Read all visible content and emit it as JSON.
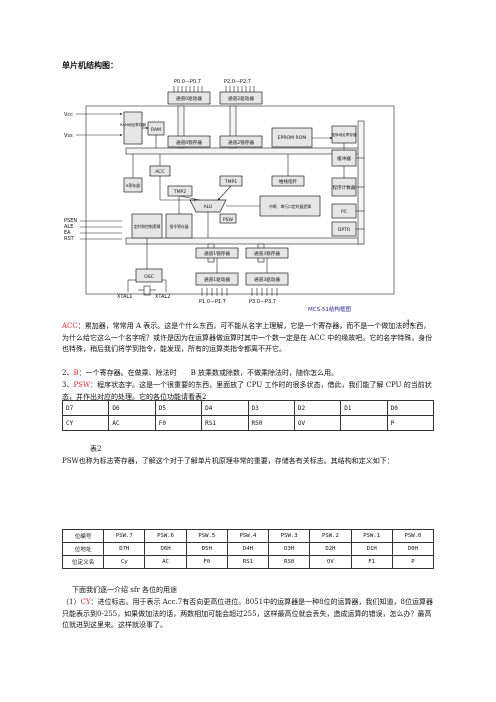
{
  "title": "单片机结构图：",
  "diagram": {
    "ports_top": [
      "P0.0—P0.7",
      "P2.0—P2.7"
    ],
    "ports_bottom": [
      "P1.0—P1.7",
      "P3.0—P3.7"
    ],
    "left_signals": [
      "Vcc",
      "Vss",
      "PSEN",
      "ALE",
      "EA",
      "RST"
    ],
    "xtal": [
      "XTAL1",
      "XTAL2"
    ],
    "blocks": {
      "p0drv": "通道0驱动器",
      "p2drv": "通道2驱动器",
      "ramaddr": "RAM地址寄存器",
      "ram": "RAM",
      "p0latch": "通道0锁存器",
      "p2latch": "通道2锁存器",
      "eprom": "EPROM ROM",
      "pcaddr": "程序地址寄存器",
      "bufreg": "缓冲器",
      "acc": "ACC",
      "breg": "B寄存器",
      "tmp2": "TMP2",
      "tmp1": "TMP1",
      "sp": "堆栈指针",
      "pc_counter": "程序计数器",
      "alu": "ALU",
      "pc": "PC",
      "irq": "中断、串行口定时器逻辑",
      "psw": "PSW",
      "dptr": "DPTR",
      "timing": "定时和控制逻辑",
      "ir": "指令寄存器",
      "p1latch": "通道1锁存器",
      "p3latch": "通道3锁存器",
      "osc": "OSC",
      "p1drv": "通道1驱动器",
      "p3drv": "通道3驱动器"
    },
    "caption": "MCS-51结构框图"
  },
  "fig_no": "1、",
  "paragraphs": {
    "acc_term": "ACC",
    "acc_text": "：累加器，常常用 A 表示。这是个什么东西，可不能从名字上理解，它是一个寄存器，而不是一个做加法的东西，为什么给它这么一个名字呢？或许是因为在运算器做运算时其中一个数一定是在 ACC 中的缘故吧。它的名字特殊，身份也特殊，稍后我们将学到指令，能发现，所有的运算类指令都离不开它。",
    "b_prefix": "2、",
    "b_term": "B",
    "b_text": "：一个寄存器。在做乘、除法时　　B 放乘数或除数，不做乘除法时，随你怎么用。",
    "psw_prefix": "3、",
    "psw_term": "PSW",
    "psw_text": "：程序状态字。这是一个很重要的东西，里面放了 CPU 工作时的很多状态，借此，我们能了解 CPU 的当前状态，并作出对应的处理。它的各位功能请看表2",
    "table_caption": "表2",
    "psw_intro": "PSW也称为标志寄存器，了解这个对于了解单片机原理非常的重要，存储各有关标志。其结构和定义如下：",
    "sfr_intro": "下面我们逐一介绍 sfr 各位的用途",
    "cy_prefix": "（1）",
    "cy_term": "CY",
    "cy_text": "：进位标志。用于表示 Acc.7有否向更高位进位。8051中的运算器是一种8位的运算器，我们知道，8位运算器只能表示到0-255，如果做加法的话，两数相加可能会超过255，这样最高位就会丢失，造成运算的错误，怎么办？最高位就进到这里来。这样就没事了。"
  },
  "table1": [
    [
      "D7",
      "D6",
      "D5",
      "D4",
      "D3",
      "D2",
      "D1",
      "D0"
    ],
    [
      "CY",
      "AC",
      "F0",
      "RS1",
      "RS0",
      "OV",
      "",
      "P"
    ]
  ],
  "table2": [
    [
      "位编号",
      "PSW.7",
      "PSW.6",
      "PSW.5",
      "PSW.4",
      "PSW.3",
      "PSW.2",
      "PSW.1",
      "PSW.0"
    ],
    [
      "位地址",
      "D7H",
      "D6H",
      "D5H",
      "D4H",
      "D3H",
      "D2H",
      "D1H",
      "D0H"
    ],
    [
      "位定义名",
      "Cy",
      "AC",
      "F0",
      "RS1",
      "RS0",
      "OV",
      "F1",
      "P"
    ]
  ],
  "colors": {
    "accent_red": "#d0282b",
    "block_fill": "#e6e6e6",
    "bus_fill": "#f4f4f4"
  }
}
